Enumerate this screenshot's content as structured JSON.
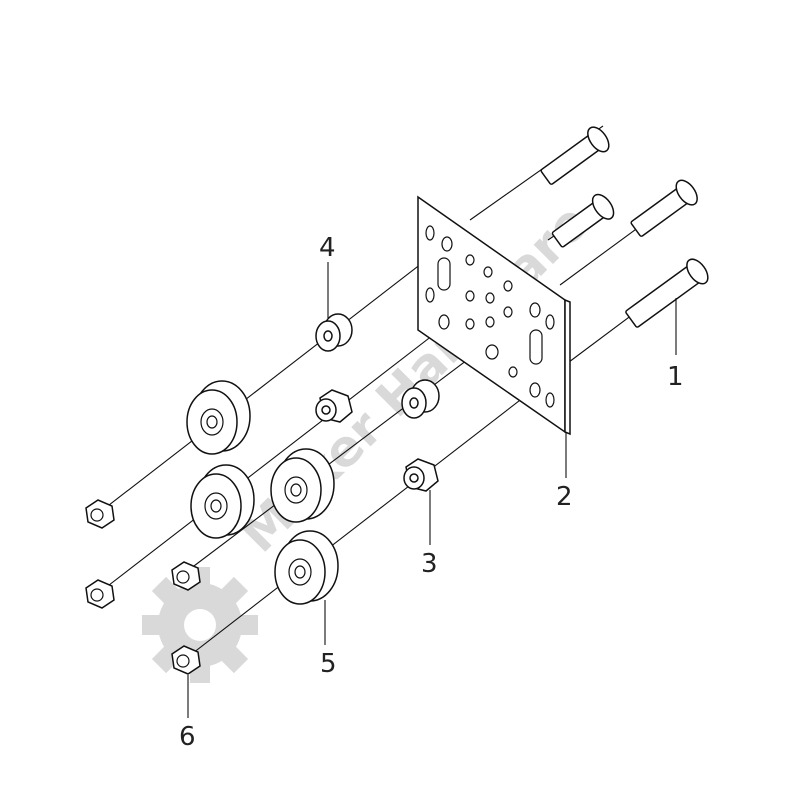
{
  "callouts": [
    "1",
    "2",
    "3",
    "4",
    "5",
    "6"
  ],
  "watermark": {
    "text": "Maker Hardware",
    "color": "#d9d9d9"
  },
  "colors": {
    "line": "#111111",
    "background": "#ffffff"
  }
}
